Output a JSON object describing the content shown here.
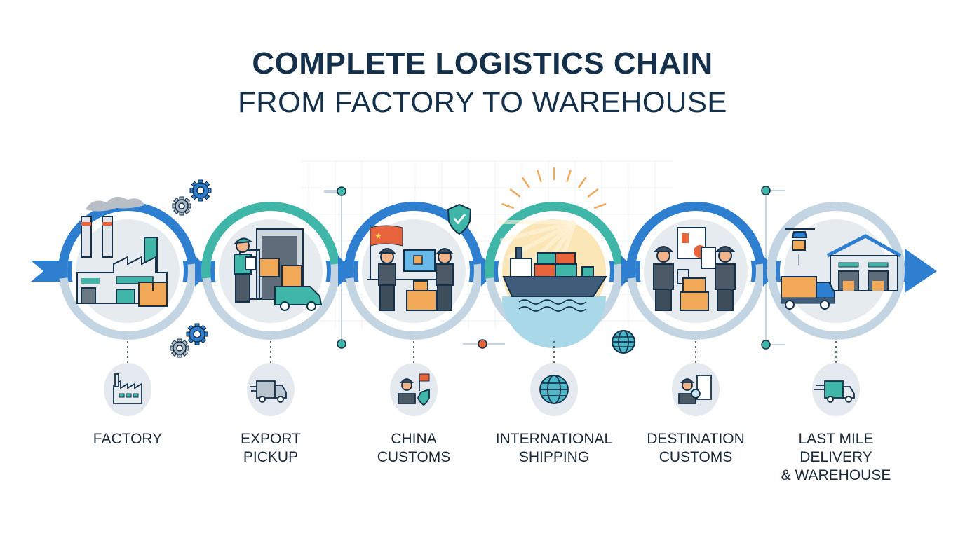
{
  "title": {
    "line1": "COMPLETE LOGISTICS CHAIN",
    "line2": "FROM FACTORY TO WAREHOUSE"
  },
  "colors": {
    "navy": "#14304a",
    "blue": "#2f7fd1",
    "teal": "#3fb6a8",
    "light_ring": "#c3d5e2",
    "disc": "#e6ebef",
    "orange": "#e8643c",
    "box": "#f1a857"
  },
  "stages": [
    {
      "id": "factory",
      "ring": "blue",
      "icon": "factory-icon",
      "small_icon": "factory-icon",
      "lines": [
        "FACTORY"
      ]
    },
    {
      "id": "export-pickup",
      "ring": "teal",
      "icon": "worker-van-icon",
      "small_icon": "delivery-truck-icon",
      "lines": [
        "EXPORT",
        "PICKUP"
      ]
    },
    {
      "id": "china-customs",
      "ring": "blue",
      "icon": "customs-officers-icon",
      "small_icon": "officer-flag-shield-icon",
      "lines": [
        "CHINA",
        "CUSTOMS"
      ]
    },
    {
      "id": "international-shipping",
      "ring": "teal",
      "icon": "cargo-ship-icon",
      "small_icon": "globe-icon",
      "lines": [
        "INTERNATIONAL",
        "SHIPPING"
      ]
    },
    {
      "id": "destination-customs",
      "ring": "blue",
      "icon": "inspection-officers-icon",
      "small_icon": "officer-document-icon",
      "lines": [
        "DESTINATION",
        "CUSTOMS"
      ]
    },
    {
      "id": "last-mile",
      "ring": "light",
      "icon": "drone-truck-warehouse-icon",
      "small_icon": "fast-truck-icon",
      "lines": [
        "LAST MILE",
        "DELIVERY",
        "& WAREHOUSE"
      ]
    }
  ]
}
